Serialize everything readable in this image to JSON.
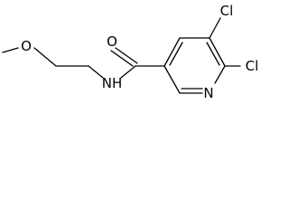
{
  "structure": {
    "atoms": {
      "o_ether": "O",
      "n_amide": "NH",
      "o_carbonyl": "O",
      "n_ring": "N",
      "cl_5": "Cl",
      "cl_6": "Cl"
    }
  }
}
